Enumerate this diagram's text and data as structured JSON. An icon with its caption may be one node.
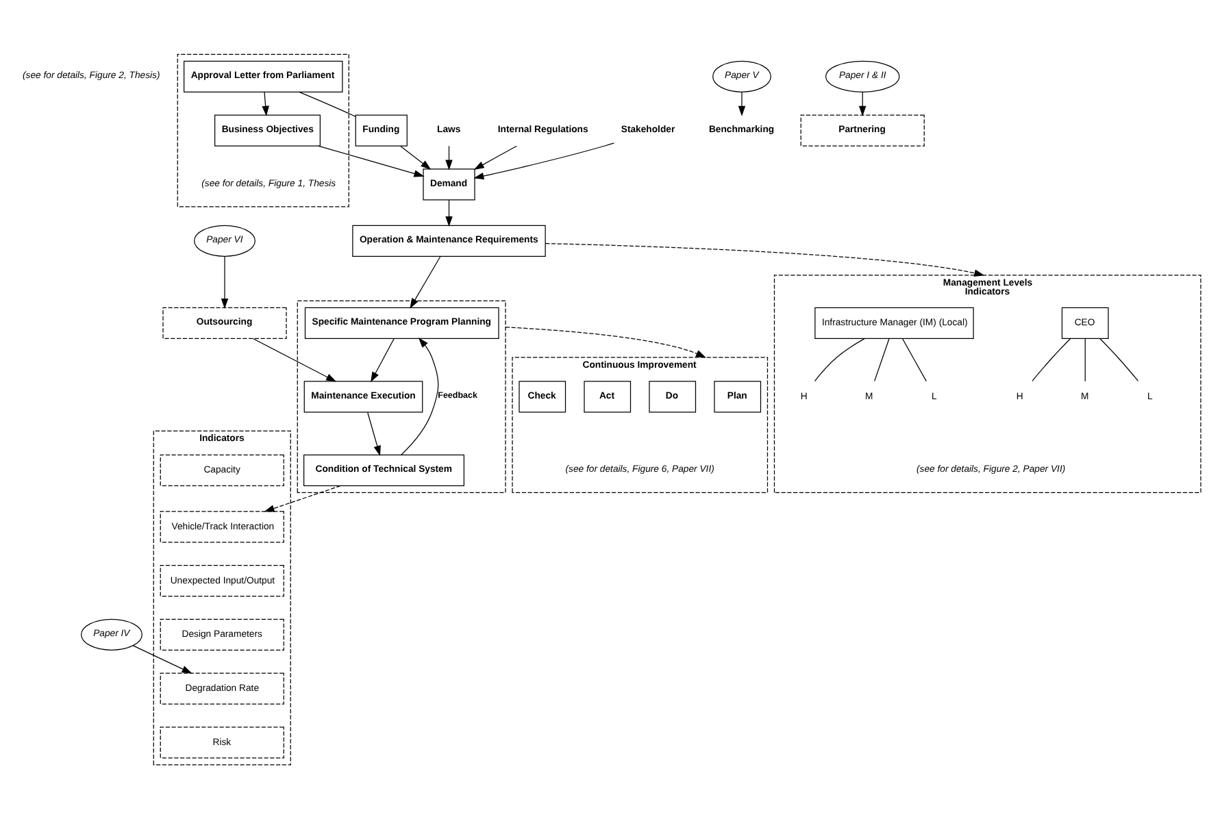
{
  "diagram": {
    "nodes": [
      {
        "text": [],
        "shape": "box"
      },
      {
        "text": [
          "Business Objectives"
        ],
        "in": 0,
        "beside": [
          "(see for details, Figure 1, Thesis"
        ]
      },
      {
        "text": [
          "Approval Letter from Parliament"
        ],
        "in": 0
      },
      {
        "text": [
          "Funding"
        ]
      },
      {
        "text": [
          "Laws"
        ]
      },
      {
        "text": [
          "Internal Regulations"
        ]
      },
      {
        "text": [
          "Demand"
        ]
      },
      {
        "text": [
          "Stakeholder"
        ]
      },
      {
        "text": [
          "Operation & Maintenance Requirements"
        ]
      },
      {
        "text": [
          "Management Levels",
          "Indicators"
        ],
        "beside": [
          "(see for details, Figure 2, Paper VII)"
        ]
      },
      {
        "text": [
          "CEO"
        ],
        "in": 9
      },
      {
        "text": [
          "H"
        ],
        "in": 9
      },
      {
        "text": [
          "M"
        ],
        "in": 9
      },
      {
        "text": [
          "L"
        ],
        "in": 9
      },
      {
        "text": [
          "Infrastructure Manager (IM) (Local)"
        ],
        "in": 9
      },
      {
        "text": [
          "H"
        ],
        "in": 9
      },
      {
        "text": [
          "M"
        ],
        "in": 9
      },
      {
        "text": [
          "L"
        ],
        "in": 9
      },
      {
        "text": [
          "Paper V"
        ]
      },
      {
        "text": [
          "Benchmarking"
        ]
      },
      {
        "text": [
          "Continuous Improvement"
        ],
        "beside": [
          "(see for details, Figure 6, Paper VII)"
        ]
      },
      {
        "text": [
          "Plan"
        ],
        "in": 20
      },
      {
        "text": [
          "Do"
        ],
        "in": 20
      },
      {
        "text": [
          "Act"
        ],
        "in": 20
      },
      {
        "text": [
          "Check"
        ],
        "in": 20
      },
      {
        "text": [],
        "shape": "box"
      },
      {
        "text": [
          "Specific Maintenance Program Planning"
        ],
        "in": 25
      },
      {
        "text": [
          "Maintenance Execution"
        ],
        "in": 25
      },
      {
        "text": [
          "Condition of Technical System"
        ],
        "in": 25
      },
      {
        "text": [
          "Paper VI"
        ]
      },
      {
        "text": [
          "Outsourcing"
        ]
      },
      {
        "text": [
          "Partnering"
        ]
      },
      {
        "text": [
          "Paper I & II"
        ]
      },
      {
        "text": [
          "Indicators"
        ]
      },
      {
        "text": [
          "Capacity"
        ],
        "in": 33
      },
      {
        "text": [
          "Vehicle/Track Interaction"
        ],
        "in": 33
      },
      {
        "text": [
          "Unexpected Input/Output"
        ],
        "in": 33
      },
      {
        "text": [
          "Design Parameters"
        ],
        "in": 33
      },
      {
        "text": [
          "Degradation Rate"
        ],
        "in": 33
      },
      {
        "text": [
          "Risk"
        ],
        "in": 33
      },
      {
        "text": [
          "Paper IV"
        ]
      }
    ],
    "edges": [
      {
        "from": 2,
        "to": 1,
        "arrow": "to"
      },
      {
        "from": 1,
        "to": 6,
        "arrow": "to"
      },
      {
        "from": 2,
        "to": 3,
        "arrow": "none"
      },
      {
        "from": 3,
        "to": 6,
        "arrow": "to"
      },
      {
        "from": 4,
        "to": 6,
        "arrow": "to"
      },
      {
        "from": 5,
        "to": 6,
        "arrow": "to"
      },
      {
        "from": 7,
        "to": 6,
        "arrow": "to"
      },
      {
        "from": 6,
        "to": 8,
        "arrow": "to"
      },
      {
        "from": 8,
        "to": 9,
        "arrow": "to",
        "style": "dashed"
      },
      {
        "from": 10,
        "to": 11,
        "arrow": "none"
      },
      {
        "from": 10,
        "to": 12,
        "arrow": "none"
      },
      {
        "from": 10,
        "to": 13,
        "arrow": "none"
      },
      {
        "from": 14,
        "to": 15,
        "arrow": "none"
      },
      {
        "from": 14,
        "to": 16,
        "arrow": "none"
      },
      {
        "from": 14,
        "to": 17,
        "arrow": "none"
      },
      {
        "from": 18,
        "to": 19,
        "arrow": "to"
      },
      {
        "from": 8,
        "to": 26,
        "arrow": "to"
      },
      {
        "from": 26,
        "to": 27,
        "arrow": "to"
      },
      {
        "from": 30,
        "to": 27,
        "arrow": "to"
      },
      {
        "from": 27,
        "to": 28,
        "arrow": "to"
      },
      {
        "from": 28,
        "to": 26,
        "arrow": "to",
        "label": "Feedback"
      },
      {
        "from": 29,
        "to": 30,
        "arrow": "to"
      },
      {
        "from": 32,
        "to": 31,
        "arrow": "to"
      },
      {
        "from": 25,
        "to": 20,
        "arrow": "to",
        "style": "dashed"
      },
      {
        "from": 28,
        "to": 35,
        "arrow": "to",
        "style": "dashed"
      },
      {
        "from": 40,
        "to": 38,
        "arrow": "to"
      }
    ],
    "labels": [
      "(see for details, Figure 2, Thesis)"
    ]
  }
}
